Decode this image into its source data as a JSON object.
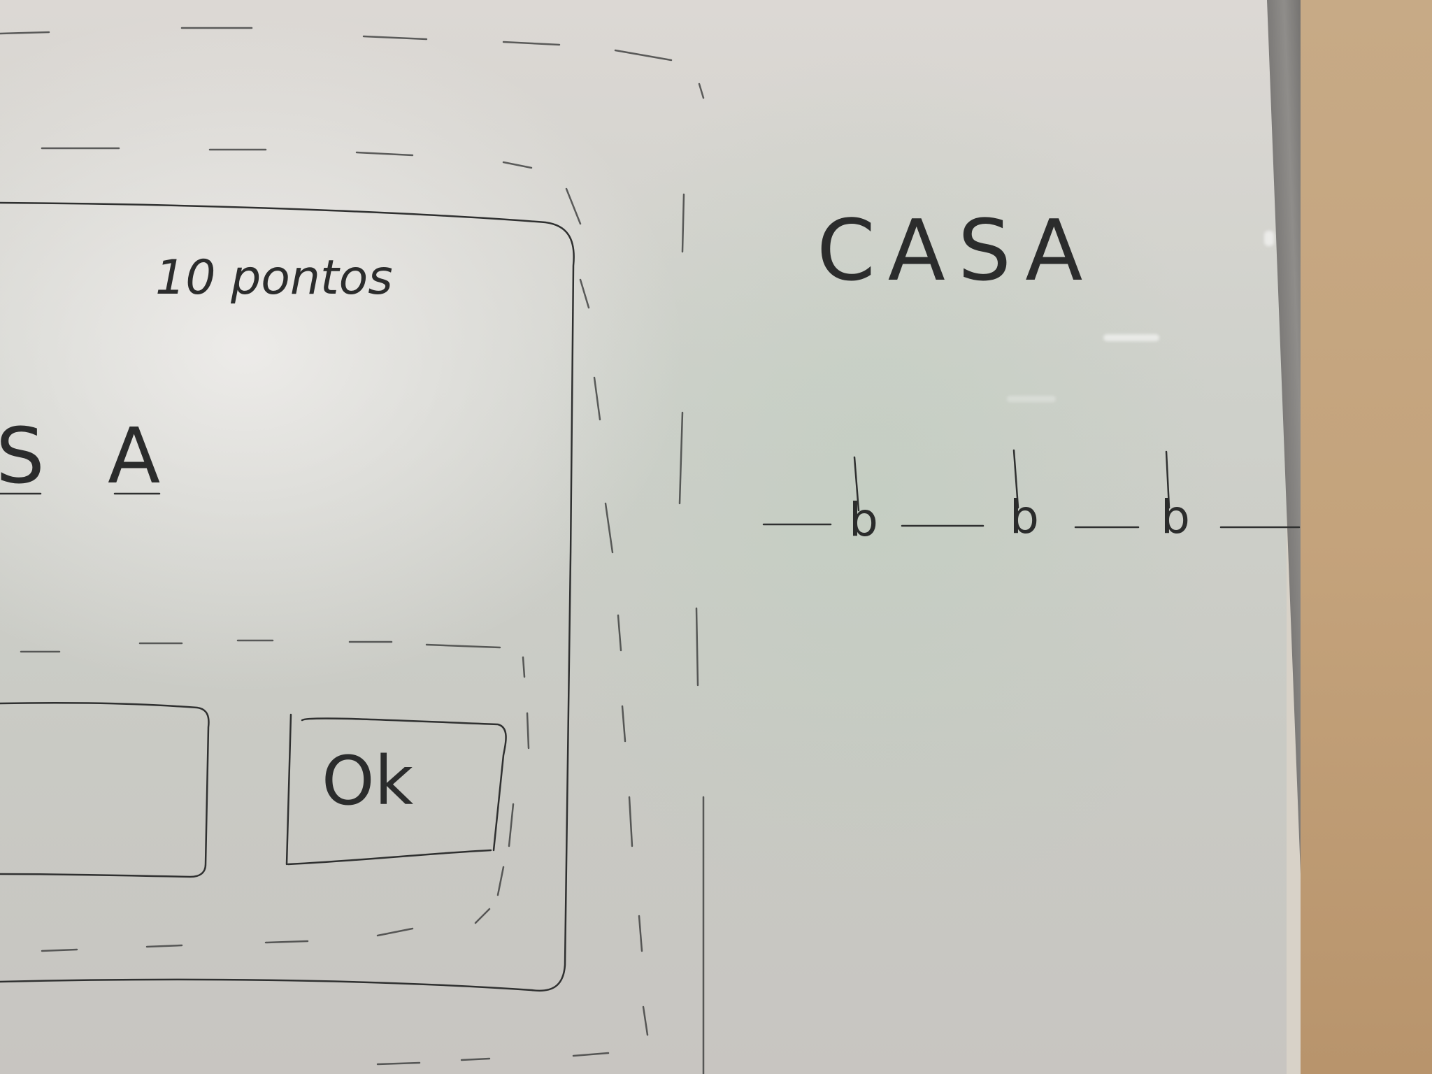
{
  "dialog": {
    "score_text": "10 pontos",
    "letter_s": "S",
    "letter_a": "A",
    "ok_label": "Ok"
  },
  "word_panel": {
    "word": "CASA",
    "blank_letter": "b"
  },
  "colors": {
    "ink": "#2f3030",
    "board": "#d4d3ce",
    "frame": "#7c7a78",
    "wall": "#c4a37c"
  }
}
